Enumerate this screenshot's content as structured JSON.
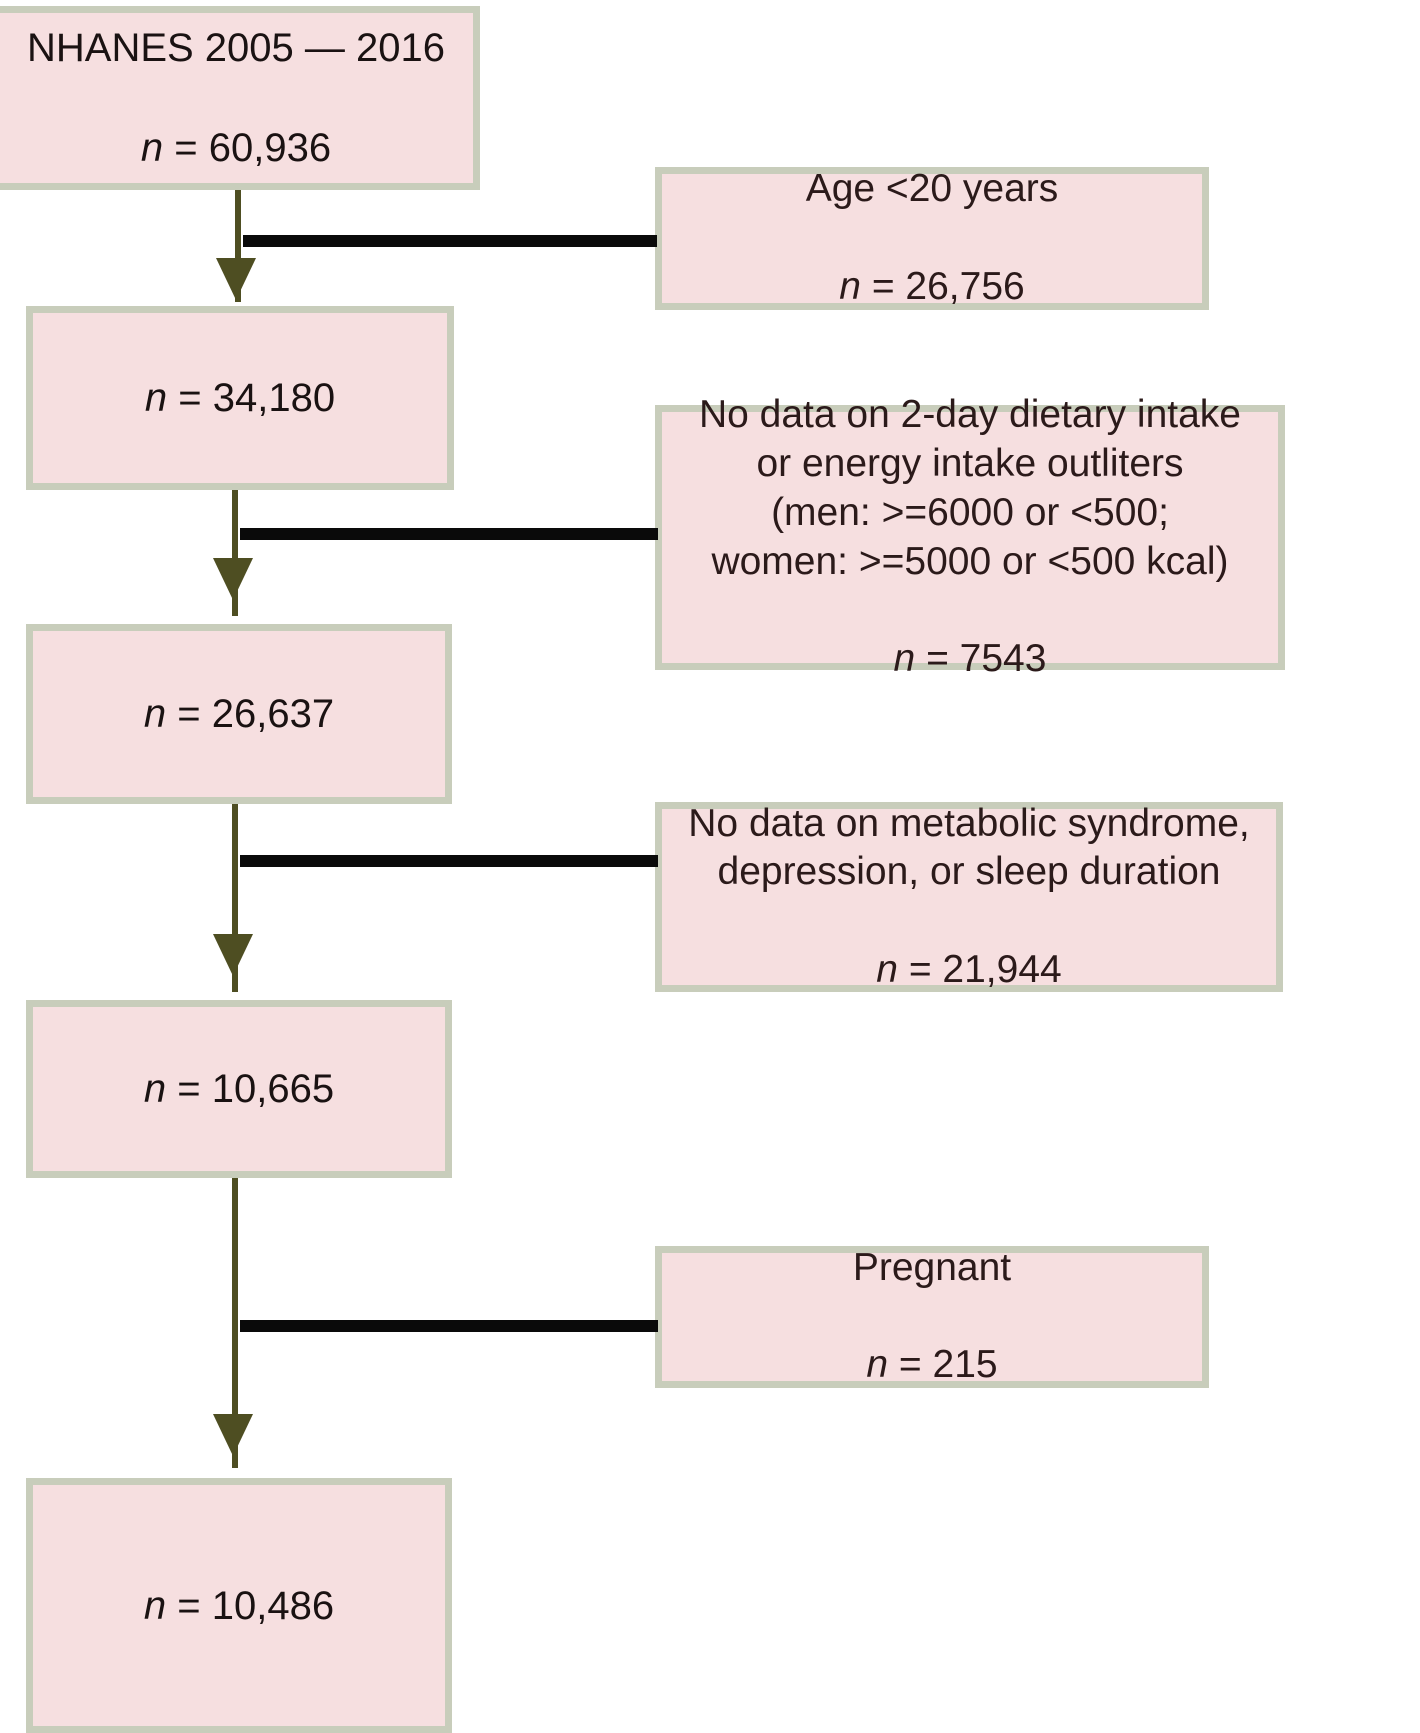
{
  "diagram": {
    "title": "NHANES participant selection flow",
    "colors": {
      "box_fill": "#f6dfe0",
      "box_border": "#c8cdbb",
      "arrow": "#4e4e22",
      "branch_line": "#0a0a0a",
      "text": "#1a1212",
      "background": "#ffffff"
    },
    "main_boxes": [
      {
        "id": "box-top",
        "line1": "NHANES 2005 — 2016",
        "line2_prefix": "n",
        "line2_value": " = 60,936"
      },
      {
        "id": "box-n2",
        "line1": "",
        "line2_prefix": "n",
        "line2_value": " = 34,180"
      },
      {
        "id": "box-n3",
        "line1": "",
        "line2_prefix": "n",
        "line2_value": " = 26,637"
      },
      {
        "id": "box-n4",
        "line1": "",
        "line2_prefix": "n",
        "line2_value": " = 10,665"
      },
      {
        "id": "box-n5",
        "line1": "",
        "line2_prefix": "n",
        "line2_value": " = 10,486"
      }
    ],
    "exclusion_boxes": [
      {
        "id": "box-ex1",
        "reason": "Age <20 years",
        "n_prefix": "n",
        "n_value": " = 26,756"
      },
      {
        "id": "box-ex2",
        "reason": "No data on 2-day dietary intake\nor energy intake outliters\n(men: >=6000 or <500;\nwomen: >=5000 or <500 kcal)",
        "n_prefix": "n",
        "n_value": " = 7543"
      },
      {
        "id": "box-ex3",
        "reason": "No data on metabolic syndrome,\ndepression, or sleep duration",
        "n_prefix": "n",
        "n_value": " = 21,944"
      },
      {
        "id": "box-ex4",
        "reason": "Pregnant",
        "n_prefix": "n",
        "n_value": " = 215"
      }
    ],
    "flow_values": {
      "start": 60936,
      "after_age_exclusion": 34180,
      "after_diet_exclusion": 26637,
      "after_metsyn_exclusion": 10665,
      "final_analytic_sample": 10486
    }
  }
}
